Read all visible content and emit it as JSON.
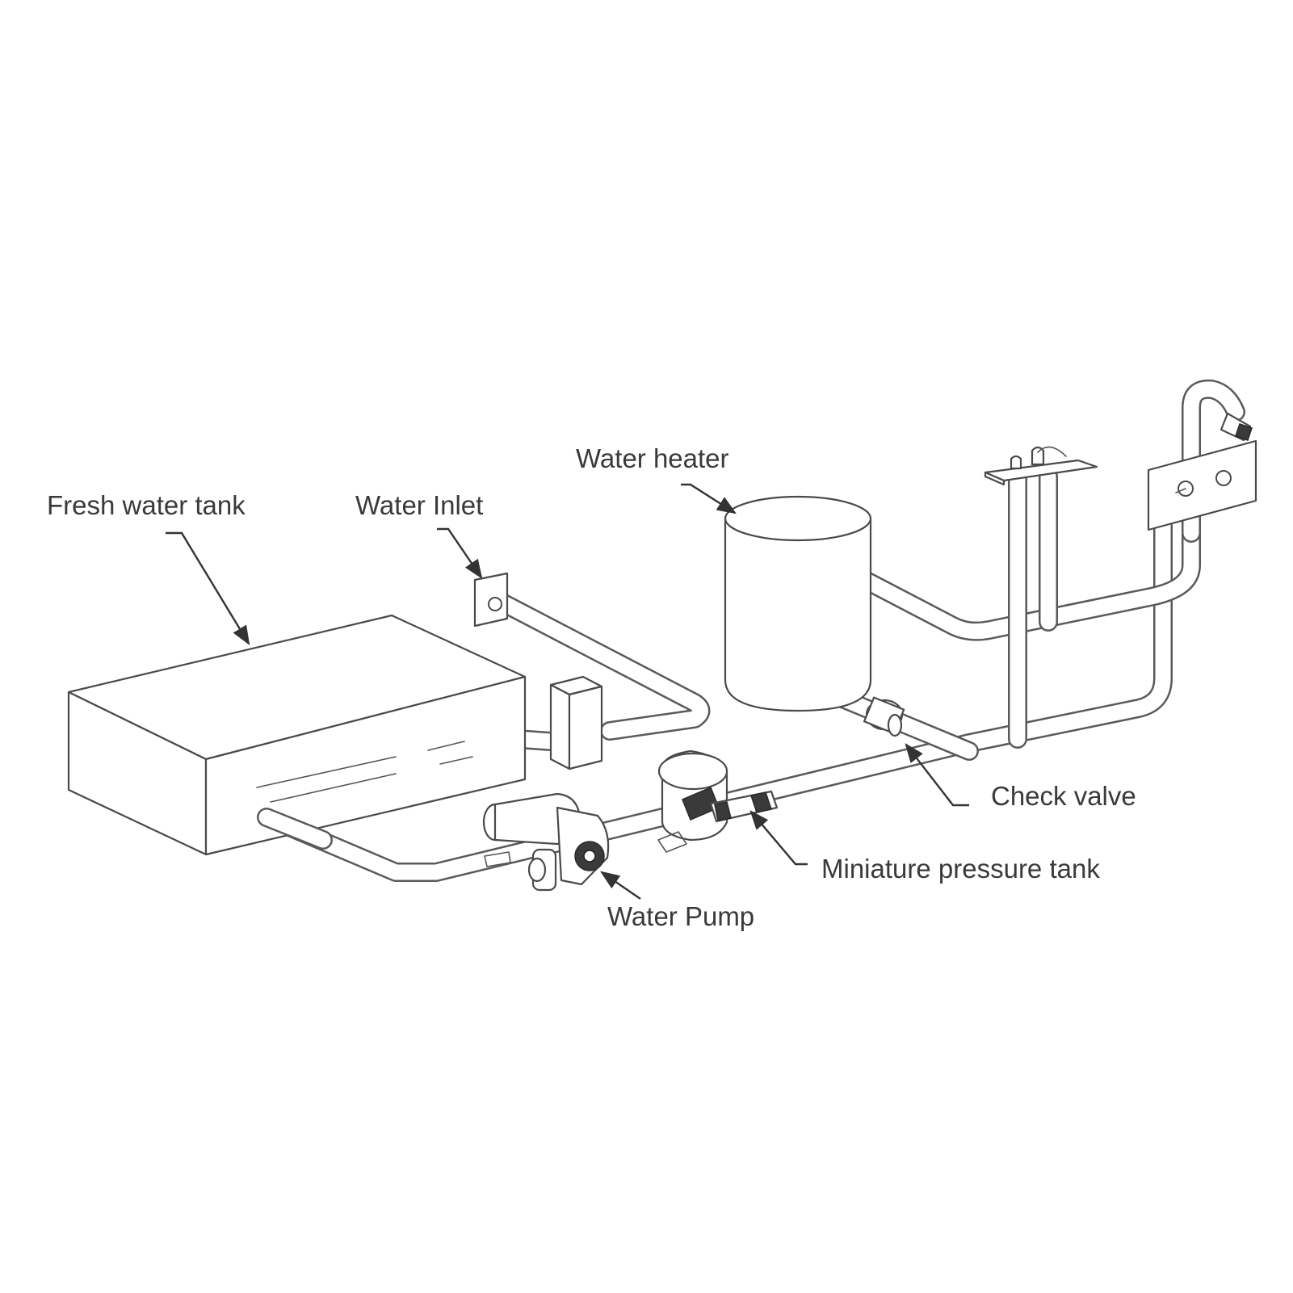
{
  "labels": {
    "fresh_water_tank": "Fresh water tank",
    "water_inlet": "Water Inlet",
    "water_heater": "Water heater",
    "check_valve": "Check valve",
    "miniature_pressure_tank": "Miniature pressure tank",
    "water_pump": "Water Pump"
  },
  "colors": {
    "line": "#4a4a4a",
    "text": "#3a3a3a",
    "background": "#ffffff"
  }
}
